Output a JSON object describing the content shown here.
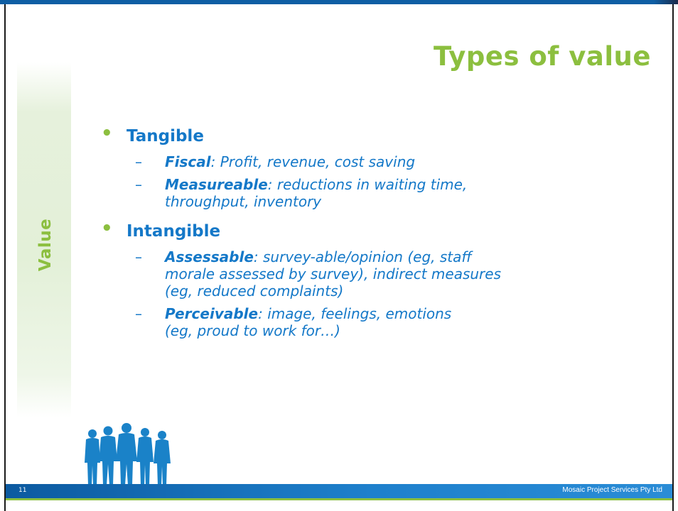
{
  "slide": {
    "title": "Types of value",
    "side_label": "Value",
    "page_number": "11",
    "footer": "Mosaic Project Services Pty Ltd"
  },
  "bullets": [
    {
      "heading": "Tangible",
      "items": [
        {
          "term": "Fiscal",
          "lines": [
            ": Profit, revenue, cost saving"
          ]
        },
        {
          "term": "Measureable",
          "lines": [
            ": reductions in waiting time,",
            "throughput, inventory"
          ]
        }
      ]
    },
    {
      "heading": "Intangible",
      "items": [
        {
          "term": "Assessable",
          "lines": [
            ": survey-able/opinion (eg, staff",
            "morale assessed by survey), indirect measures",
            "(eg, reduced complaints)"
          ]
        },
        {
          "term": "Perceivable",
          "lines": [
            ": image, feelings, emotions",
            "(eg, proud to work for…)"
          ]
        }
      ]
    }
  ],
  "colors": {
    "accent_green": "#8cbf3f",
    "text_blue": "#1478c8",
    "footer_blue": "#0e5ea4"
  },
  "icons": {
    "bullet": "•",
    "dash": "–"
  }
}
